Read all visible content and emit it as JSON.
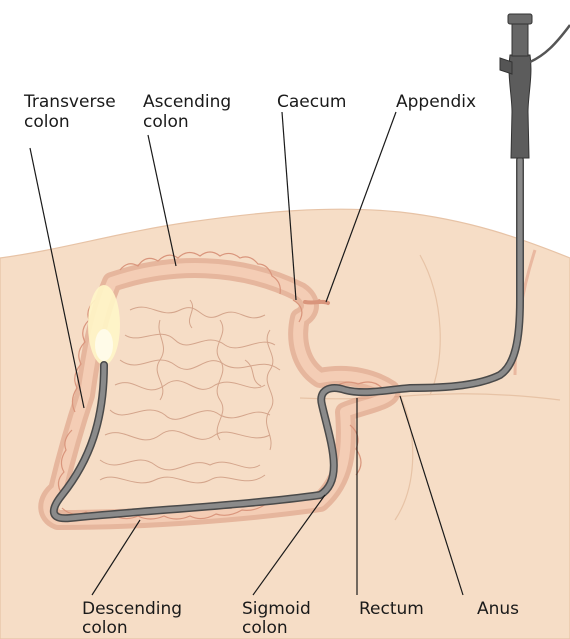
{
  "labels": {
    "transverse_colon": {
      "line1": "Transverse",
      "line2": "colon"
    },
    "ascending_colon": {
      "line1": "Ascending",
      "line2": "colon"
    },
    "caecum": "Caecum",
    "appendix": "Appendix",
    "descending_colon": {
      "line1": "Descending",
      "line2": "colon"
    },
    "sigmoid_colon": {
      "line1": "Sigmoid",
      "line2": "colon"
    },
    "rectum": "Rectum",
    "anus": "Anus"
  },
  "colors": {
    "skin": "#f6ddc6",
    "skin_outline": "#e7c3a6",
    "colon_outline": "#d9957c",
    "colon_fill": "#f4cdb5",
    "intestine_line": "#d4a58c",
    "scope_tube": "#8a8a8a",
    "scope_dark": "#4a4a4a",
    "scope_body": "#5c5c5c",
    "light": "#fff6c8",
    "leader_line": "#1a1a1a"
  }
}
